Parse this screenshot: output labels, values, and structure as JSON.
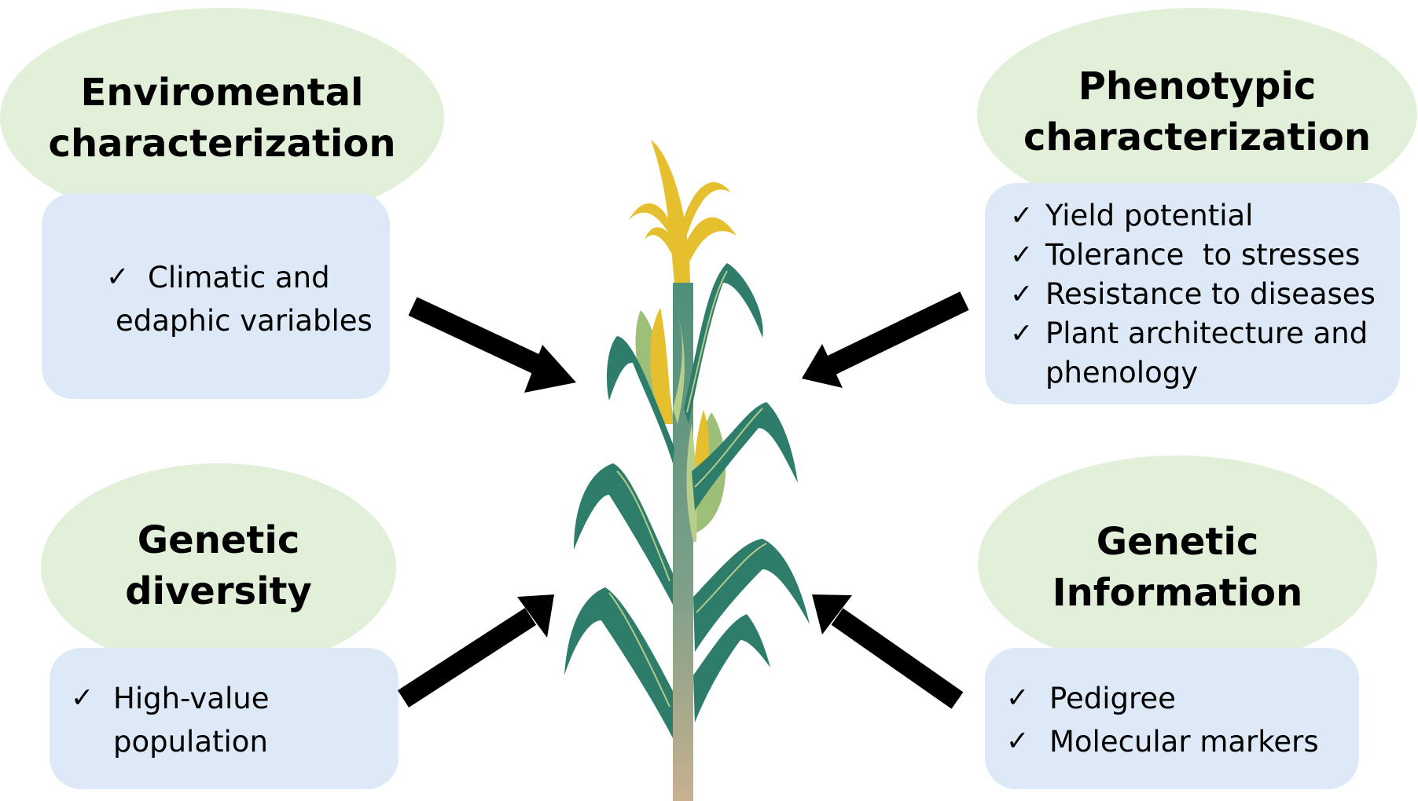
{
  "panels": {
    "environmental": {
      "title_lines": [
        "Enviromental",
        "characterization"
      ],
      "items": [
        {
          "check": "✓",
          "lines": [
            "Climatic and",
            "edaphic variables"
          ]
        }
      ]
    },
    "phenotypic": {
      "title_lines": [
        "Phenotypic",
        "characterization"
      ],
      "items": [
        {
          "check": "✓",
          "lines": [
            "Yield potential"
          ]
        },
        {
          "check": "✓",
          "lines": [
            "Tolerance  to stresses"
          ]
        },
        {
          "check": "✓",
          "lines": [
            "Resistance to diseases"
          ]
        },
        {
          "check": "✓",
          "lines": [
            "Plant architecture and",
            "phenology"
          ]
        }
      ]
    },
    "genetic_diversity": {
      "title_lines": [
        "Genetic",
        "diversity"
      ],
      "items": [
        {
          "check": "✓",
          "lines": [
            "High-value",
            "population"
          ]
        }
      ]
    },
    "genetic_information": {
      "title_lines": [
        "Genetic",
        "Information"
      ],
      "items": [
        {
          "check": "✓",
          "lines": [
            "Pedigree"
          ]
        },
        {
          "check": "✓",
          "lines": [
            "Molecular markers"
          ]
        }
      ]
    }
  },
  "colors": {
    "ellipse_fill": "#e2efd9",
    "box_fill": "#dde9f6",
    "arrow": "#000000",
    "leaf": "#2e7d6b",
    "leaf_vein": "#b5c98a",
    "tassel": "#e6bf2e",
    "husk": "#9dbf78",
    "stalk_top": "#4e8f7a",
    "stalk_bottom": "#c8b090"
  }
}
